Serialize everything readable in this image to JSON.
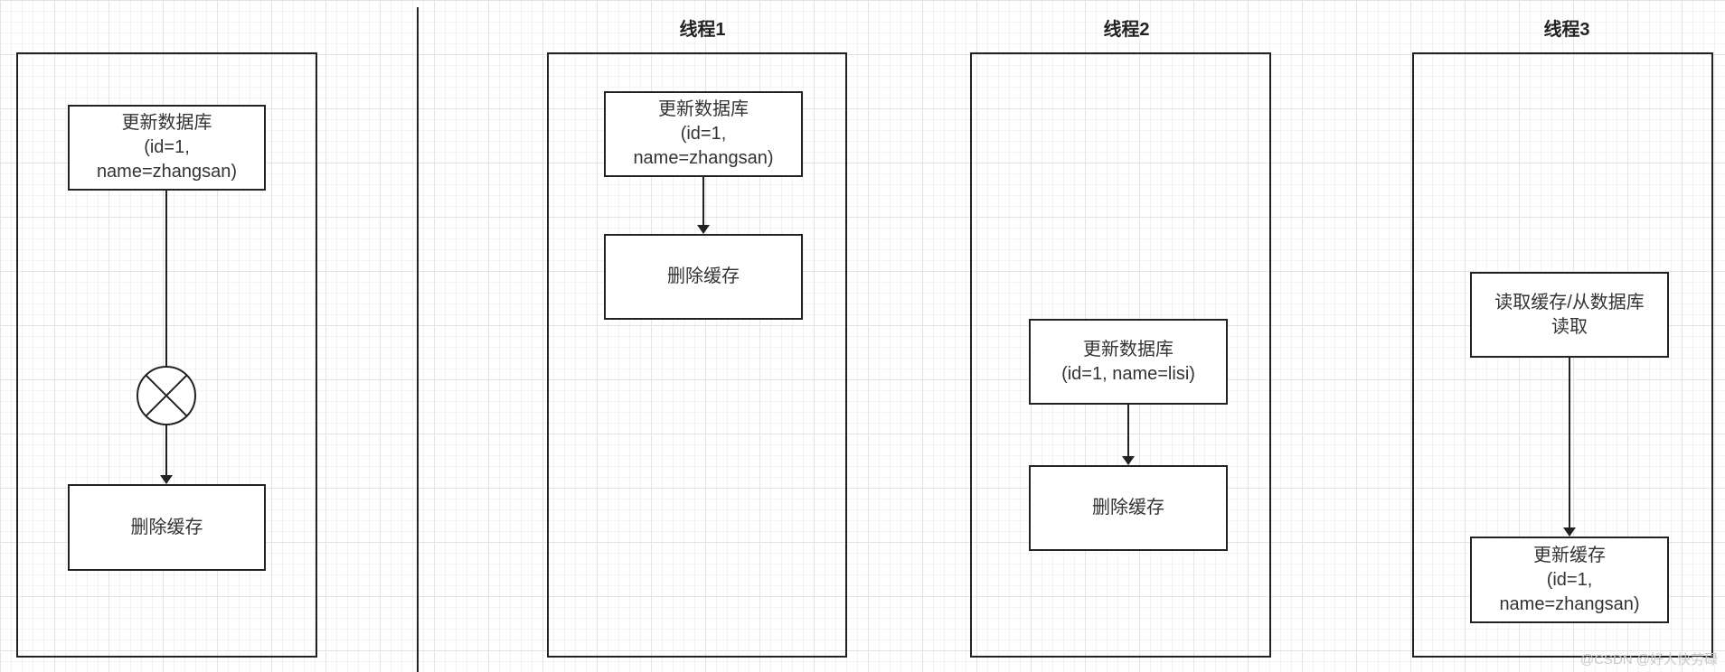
{
  "lanes": {
    "lane1_title": "线程1",
    "lane2_title": "线程2",
    "lane3_title": "线程3"
  },
  "left_panel": {
    "update_db": {
      "line1": "更新数据库",
      "line2": "(id=1,",
      "line3": "name=zhangsan)"
    },
    "delete_cache": "删除缓存",
    "failure_symbol": "circle-x-icon"
  },
  "thread1": {
    "update_db": {
      "line1": "更新数据库",
      "line2": "(id=1,",
      "line3": "name=zhangsan)"
    },
    "delete_cache": "删除缓存"
  },
  "thread2": {
    "update_db": {
      "line1": "更新数据库",
      "line2": "(id=1, name=lisi)"
    },
    "delete_cache": "删除缓存"
  },
  "thread3": {
    "read": {
      "line1": "读取缓存/从数据库",
      "line2": "读取"
    },
    "update_cache": {
      "line1": "更新缓存",
      "line2": "(id=1,",
      "line3": "name=zhangsan)"
    }
  },
  "watermark": "@CSDN @好人快劳碌"
}
